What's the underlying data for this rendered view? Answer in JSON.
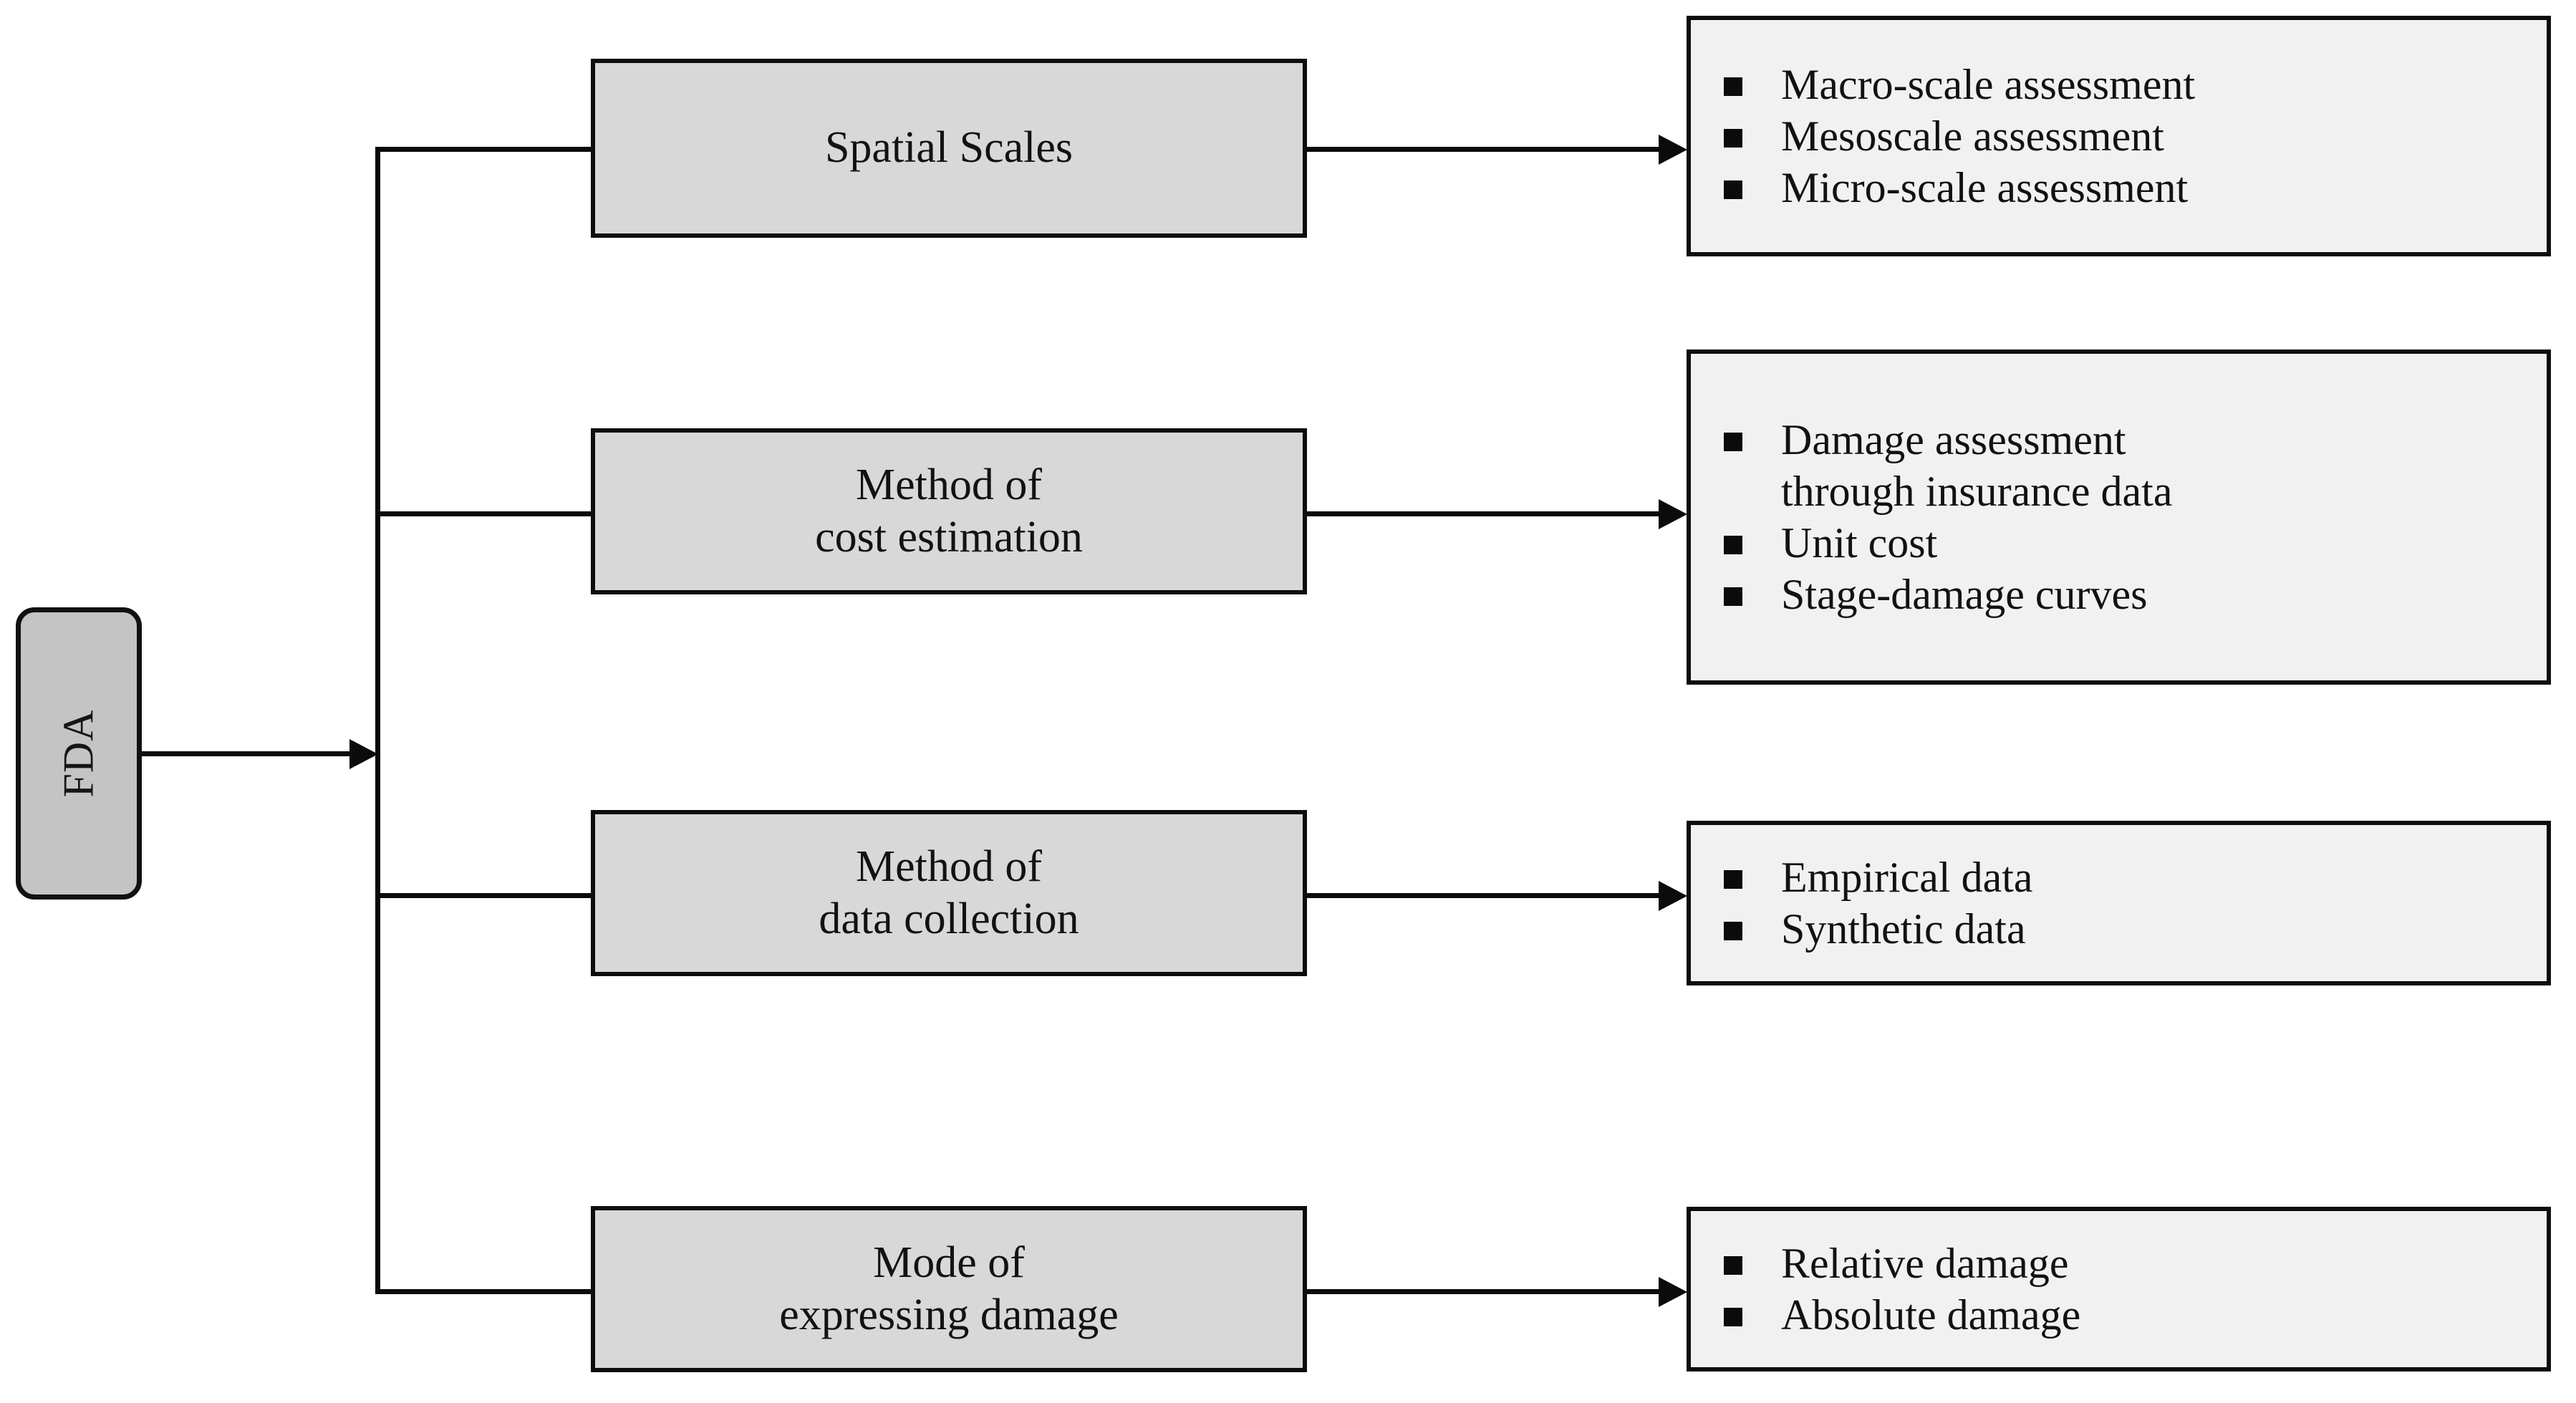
{
  "diagram": {
    "title_label": "FDA",
    "root": {
      "label": "FDA",
      "shape": "rounded-rectangle",
      "fill_color": "#c4c4c4",
      "border_color": "#111111",
      "text_orientation": "vertical-rotated-90-ccw"
    },
    "style": {
      "category_fill": "#d8d8d8",
      "panel_fill": "#f1f1f1",
      "line_color": "#0b0b0b",
      "text_color": "#121212",
      "bullet_color": "#0b0b0b",
      "background": "#ffffff"
    },
    "branches": [
      {
        "id": "spatial-scales",
        "category_lines": [
          "Spatial Scales"
        ],
        "items": [
          {
            "lines": [
              "Macro-scale assessment"
            ]
          },
          {
            "lines": [
              "Mesoscale assessment"
            ]
          },
          {
            "lines": [
              "Micro-scale assessment"
            ]
          }
        ]
      },
      {
        "id": "method-of-cost-estimation",
        "category_lines": [
          "Method of",
          "cost estimation"
        ],
        "items": [
          {
            "lines": [
              "Damage assessment",
              "through insurance data"
            ]
          },
          {
            "lines": [
              "Unit cost"
            ]
          },
          {
            "lines": [
              "Stage-damage curves"
            ]
          }
        ]
      },
      {
        "id": "method-of-data-collection",
        "category_lines": [
          "Method of",
          "data collection"
        ],
        "items": [
          {
            "lines": [
              "Empirical data"
            ]
          },
          {
            "lines": [
              "Synthetic data"
            ]
          }
        ]
      },
      {
        "id": "mode-of-expressing-damage",
        "category_lines": [
          "Mode of",
          "expressing damage"
        ],
        "items": [
          {
            "lines": [
              "Relative damage"
            ]
          },
          {
            "lines": [
              "Absolute damage"
            ]
          }
        ]
      }
    ]
  }
}
